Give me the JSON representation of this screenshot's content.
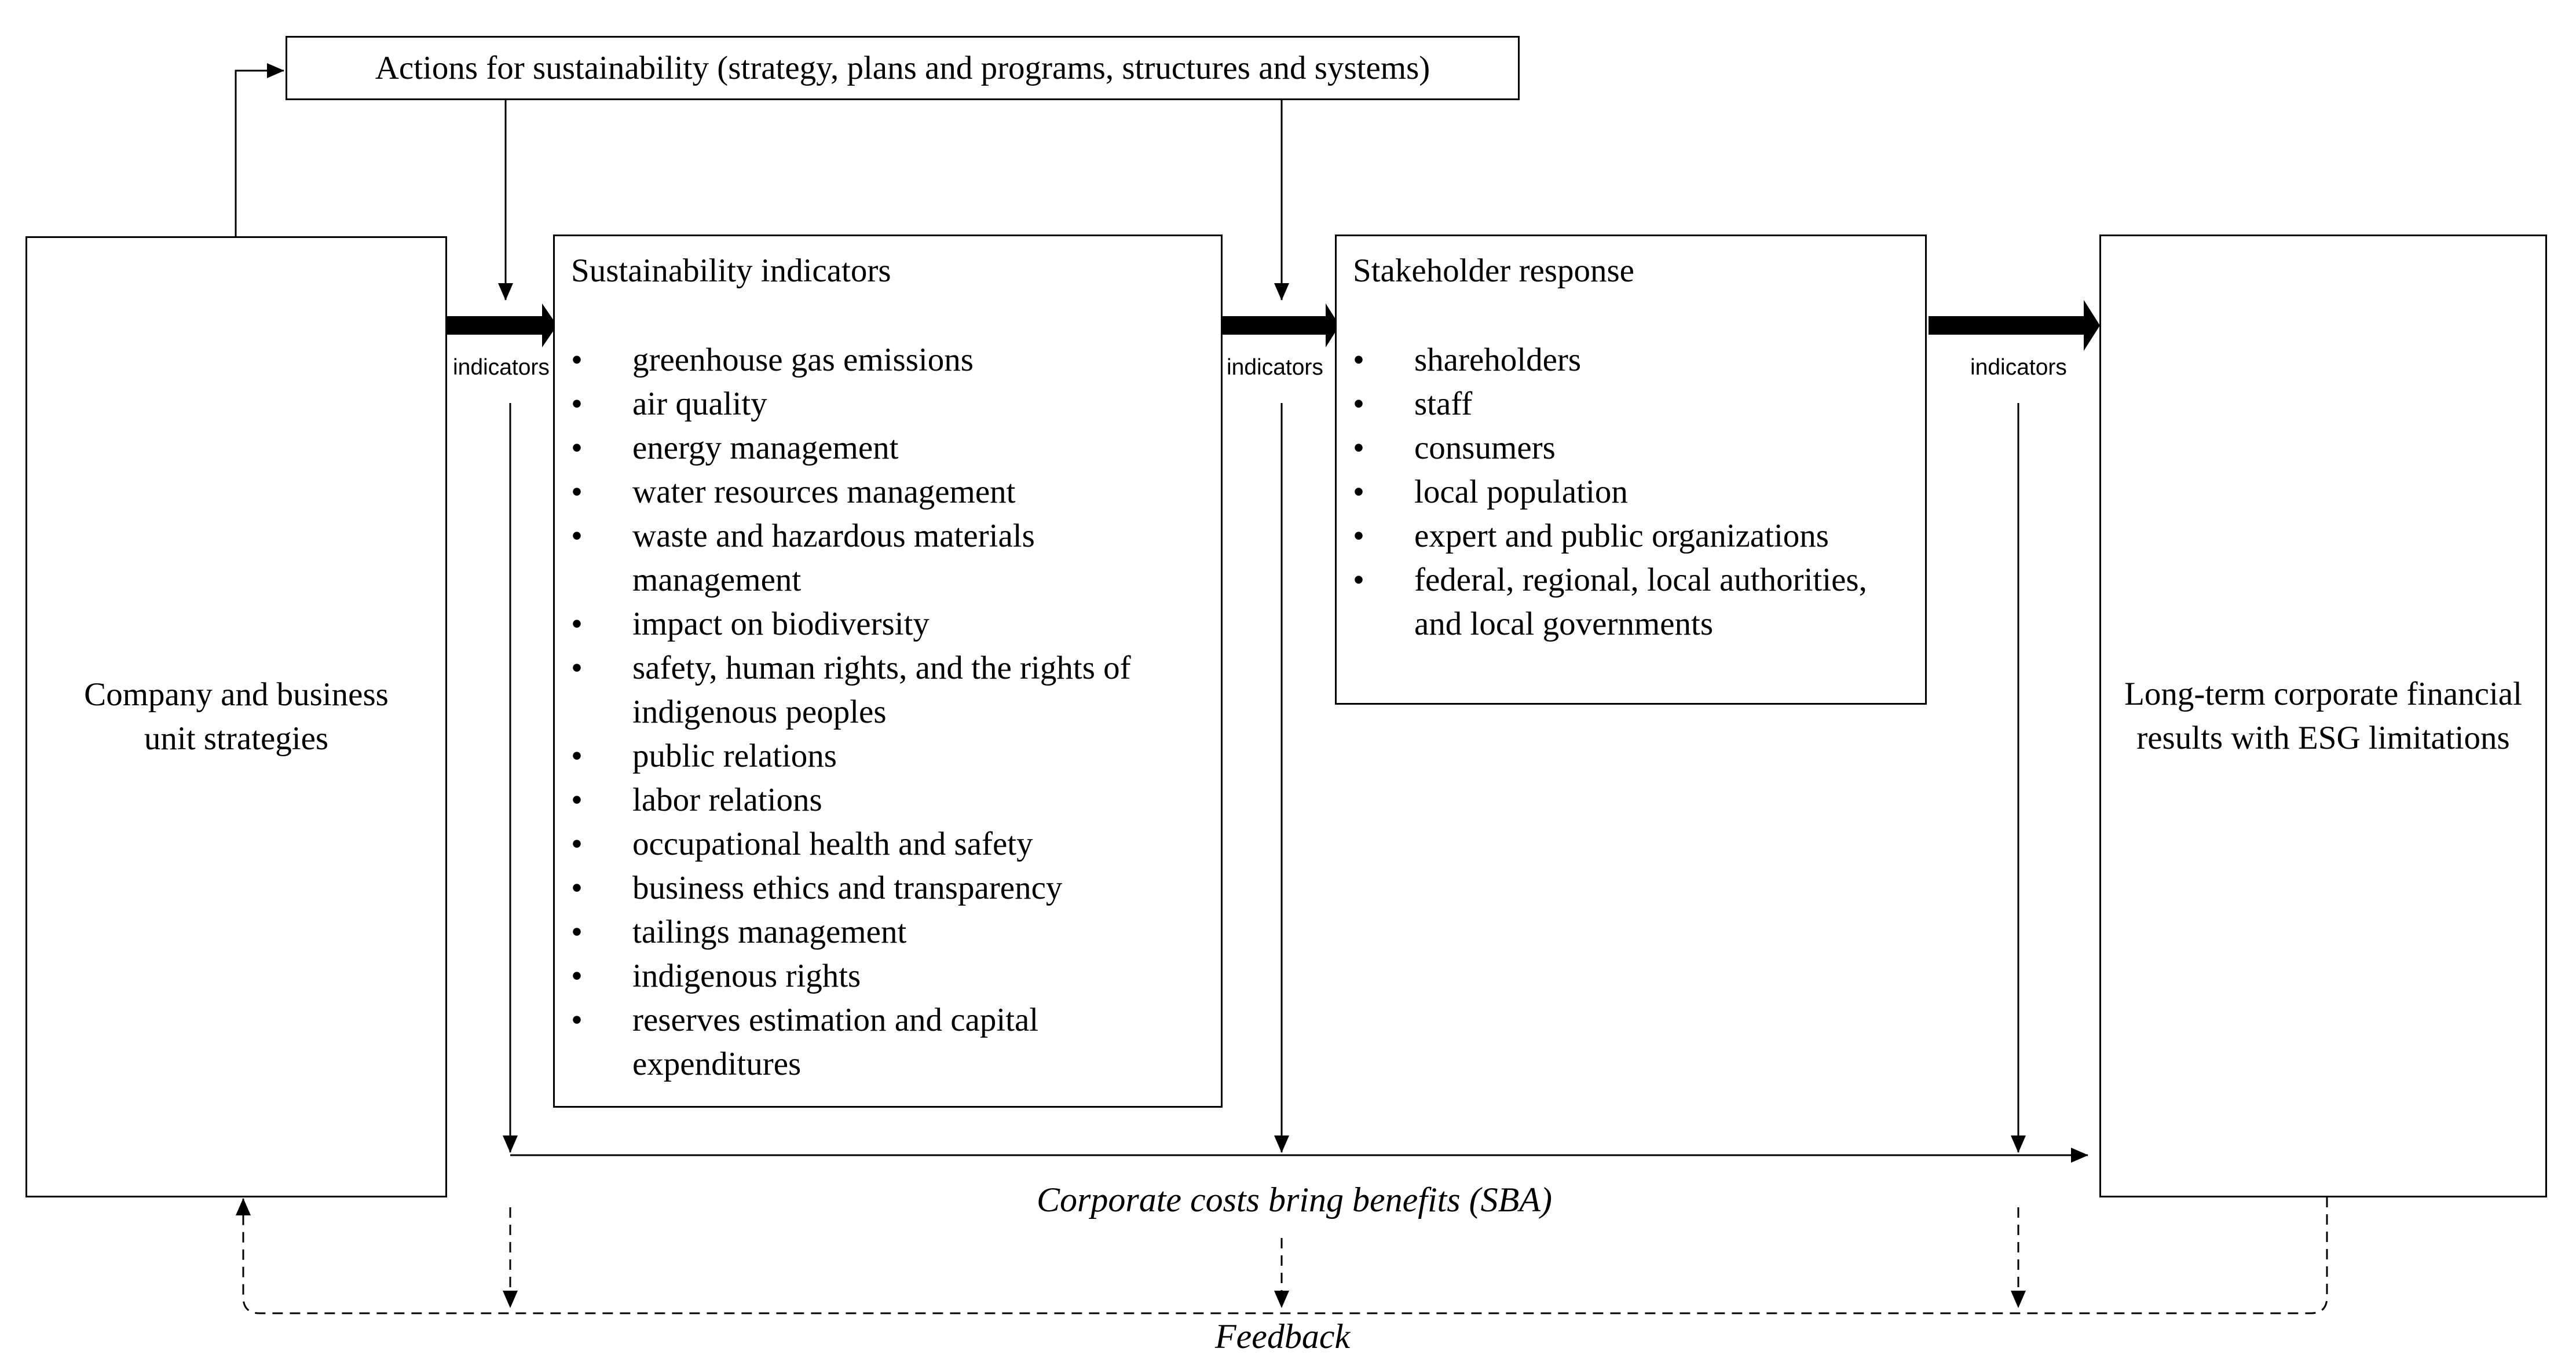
{
  "actions_box": {
    "text": "Actions for sustainability (strategy, plans and programs, structures and systems)"
  },
  "company_box": {
    "text": "Company and business unit strategies"
  },
  "indicators_box": {
    "heading": "Sustainability indicators",
    "items": [
      "greenhouse gas emissions",
      "air quality",
      "energy management",
      "water resources management",
      "waste and hazardous materials management",
      "impact on biodiversity",
      "safety, human rights, and the rights of indigenous peoples",
      "public relations",
      "labor relations",
      "occupational health and safety",
      "business ethics and transparency",
      "tailings management",
      "indigenous rights",
      "reserves estimation and capital expenditures"
    ]
  },
  "stakeholder_box": {
    "heading": "Stakeholder response",
    "items": [
      "shareholders",
      "staff",
      "consumers",
      "local population",
      "expert and public organizations",
      "federal, regional, local authorities, and local governments"
    ]
  },
  "results_box": {
    "text": "Long-term corporate financial results with ESG limitations"
  },
  "arrow_labels": [
    "indicators",
    "indicators",
    "indicators"
  ],
  "benefit_caption": "Corporate costs bring benefits (SBA)",
  "feedback_caption": "Feedback"
}
